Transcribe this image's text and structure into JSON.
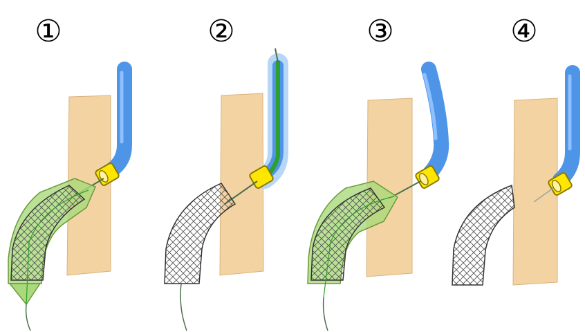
{
  "steps": [
    {
      "label": "①"
    },
    {
      "label": "②"
    },
    {
      "label": "③"
    },
    {
      "label": "④"
    }
  ],
  "colors": {
    "vessel": "#f4d3a2",
    "vessel_edge": "#d9b27c",
    "catheter": "#4e95e8",
    "catheter_highlight": "#8fbfff",
    "catheter_glow": "#b8d6f5",
    "tip": "#ffe600",
    "tip_edge": "#8a7a00",
    "stent_mesh": "#555555",
    "balloon": "#a9d97b",
    "guidewire": "#4c6e4c",
    "inner_wire": "#2e9e2e"
  }
}
